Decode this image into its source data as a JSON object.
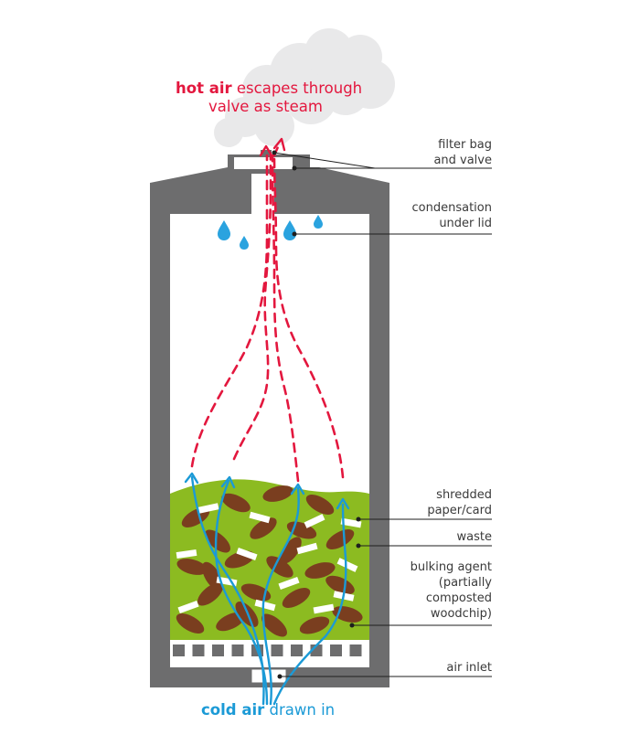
{
  "header": {
    "hot_air_bold": "hot air",
    "hot_air_rest": " escapes through",
    "line2": "valve as steam"
  },
  "footer": {
    "cold_air_bold": "cold air",
    "cold_air_rest": " drawn in"
  },
  "labels": {
    "filter": [
      "filter bag",
      "and valve"
    ],
    "condensation": [
      "condensation",
      "under lid"
    ],
    "shredded": [
      "shredded",
      "paper/card"
    ],
    "waste": [
      "waste"
    ],
    "bulking": [
      "bulking agent",
      "(partially",
      "composted",
      "woodchip)"
    ],
    "air_inlet": [
      "air inlet"
    ]
  },
  "colors": {
    "bin": "#6d6d6e",
    "compost": "#8cbb21",
    "woodchip": "#7a3e1f",
    "hot_air": "#e3173e",
    "cold_air": "#1b9ad6",
    "water": "#2aa3df",
    "cloud": "#e9e9ea"
  }
}
